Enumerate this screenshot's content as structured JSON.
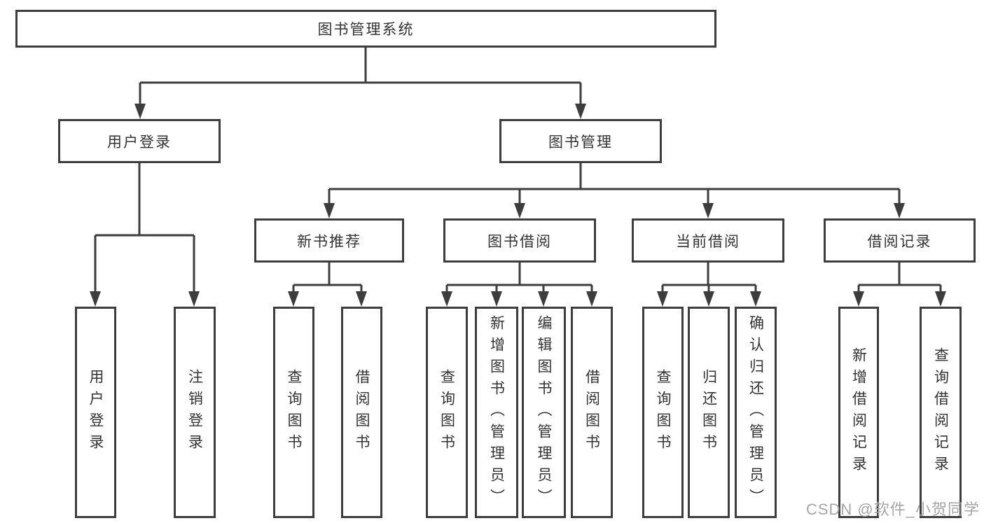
{
  "tree": {
    "root": {
      "label": "图书管理系统"
    },
    "children": [
      {
        "label": "用户登录",
        "children": [
          {
            "label": "用户登录"
          },
          {
            "label": "注销登录"
          }
        ]
      },
      {
        "label": "图书管理",
        "children": [
          {
            "label": "新书推荐",
            "children": [
              {
                "label": "查询图书"
              },
              {
                "label": "借阅图书"
              }
            ]
          },
          {
            "label": "图书借阅",
            "children": [
              {
                "label": "查询图书"
              },
              {
                "label": "新增图书（管理员）"
              },
              {
                "label": "编辑图书（管理员）"
              },
              {
                "label": "借阅图书"
              }
            ]
          },
          {
            "label": "当前借阅",
            "children": [
              {
                "label": "查询图书"
              },
              {
                "label": "归还图书"
              },
              {
                "label": "确认归还（管理员）"
              }
            ]
          },
          {
            "label": "借阅记录",
            "children": [
              {
                "label": "新增借阅记录"
              },
              {
                "label": "查询借阅记录"
              }
            ]
          }
        ]
      }
    ]
  },
  "watermark": {
    "text": "CSDN @软件_小贺同学",
    "color": "#a6a6a6"
  },
  "colors": {
    "line": "#3d3d3d",
    "text": "#333333",
    "background": "#ffffff"
  }
}
